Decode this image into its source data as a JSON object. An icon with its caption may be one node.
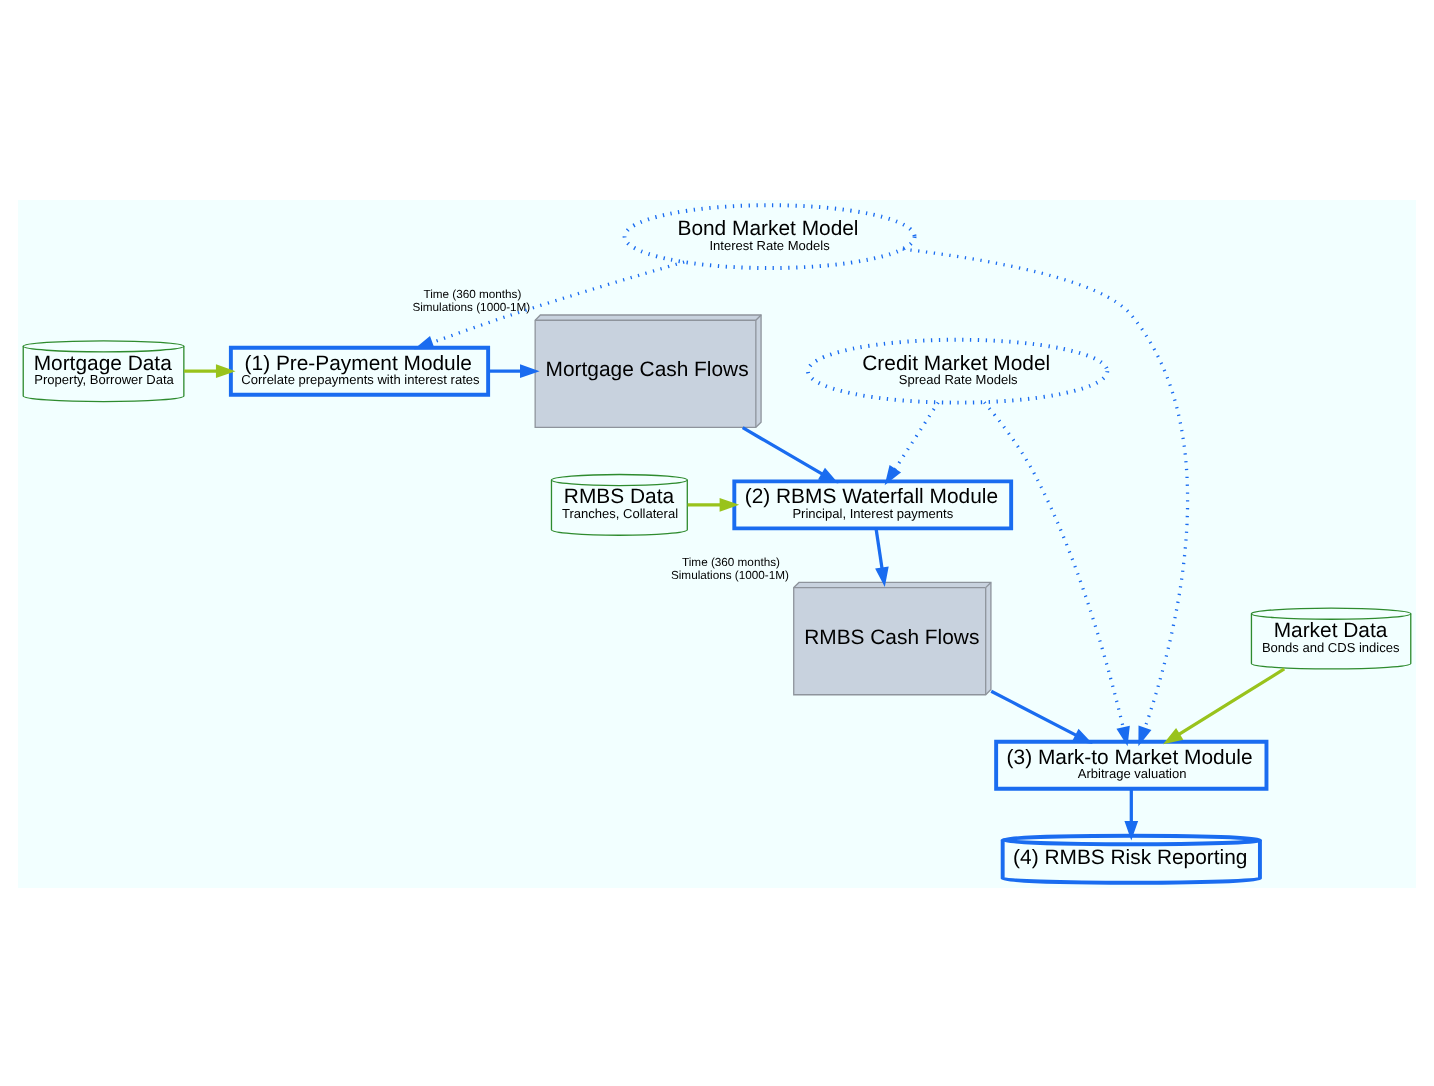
{
  "diagram": {
    "nodes": [
      {
        "text": [
          "Mortgage Data",
          "Property, Borrower Data"
        ]
      },
      {
        "text": [
          "(1) Pre-Payment Module",
          "Correlate prepayments with interest rates"
        ]
      },
      {
        "text": [
          "Mortgage Cash Flows"
        ],
        "beside": [
          "Time (360 months)",
          "Simulations (1000-1M)"
        ]
      },
      {
        "text": [
          "RMBS Data",
          "Tranches, Collateral"
        ]
      },
      {
        "text": [
          "(2) RBMS Waterfall Module",
          "Principal, Interest payments"
        ]
      },
      {
        "text": [
          "Bond Market Model",
          "Interest Rate Models"
        ]
      },
      {
        "text": [
          "Credit Market Model",
          "Spread Rate Models"
        ]
      },
      {
        "text": [
          "RMBS Cash Flows"
        ],
        "beside": [
          "Time (360 months)",
          "Simulations (1000-1M)"
        ]
      },
      {
        "text": [
          "(3) Mark-to Market Module",
          "Arbitrage valuation"
        ]
      },
      {
        "text": [
          "Market Data",
          "Bonds and CDS indices"
        ]
      },
      {
        "text": [
          "(4) RMBS Risk Reporting"
        ]
      }
    ],
    "edges": [
      {
        "from": 0,
        "to": 1,
        "arrow": "to",
        "color": "#99c31c"
      },
      {
        "from": 1,
        "to": 2,
        "arrow": "to"
      },
      {
        "from": 2,
        "to": 4,
        "arrow": "to"
      },
      {
        "from": 3,
        "to": 4,
        "arrow": "to",
        "color": "#99c31c"
      },
      {
        "from": 5,
        "to": 1,
        "arrow": "to",
        "style": "dashed"
      },
      {
        "from": 6,
        "to": 4,
        "arrow": "to",
        "style": "dashed"
      },
      {
        "from": 5,
        "to": 8,
        "arrow": "to",
        "style": "dashed"
      },
      {
        "from": 6,
        "to": 8,
        "arrow": "to",
        "style": "dashed"
      },
      {
        "from": 4,
        "to": 7,
        "arrow": "to"
      },
      {
        "from": 7,
        "to": 8,
        "arrow": "to"
      },
      {
        "from": 9,
        "to": 8,
        "arrow": "to",
        "color": "#99c31c"
      },
      {
        "from": 8,
        "to": 10,
        "arrow": "to"
      }
    ]
  }
}
